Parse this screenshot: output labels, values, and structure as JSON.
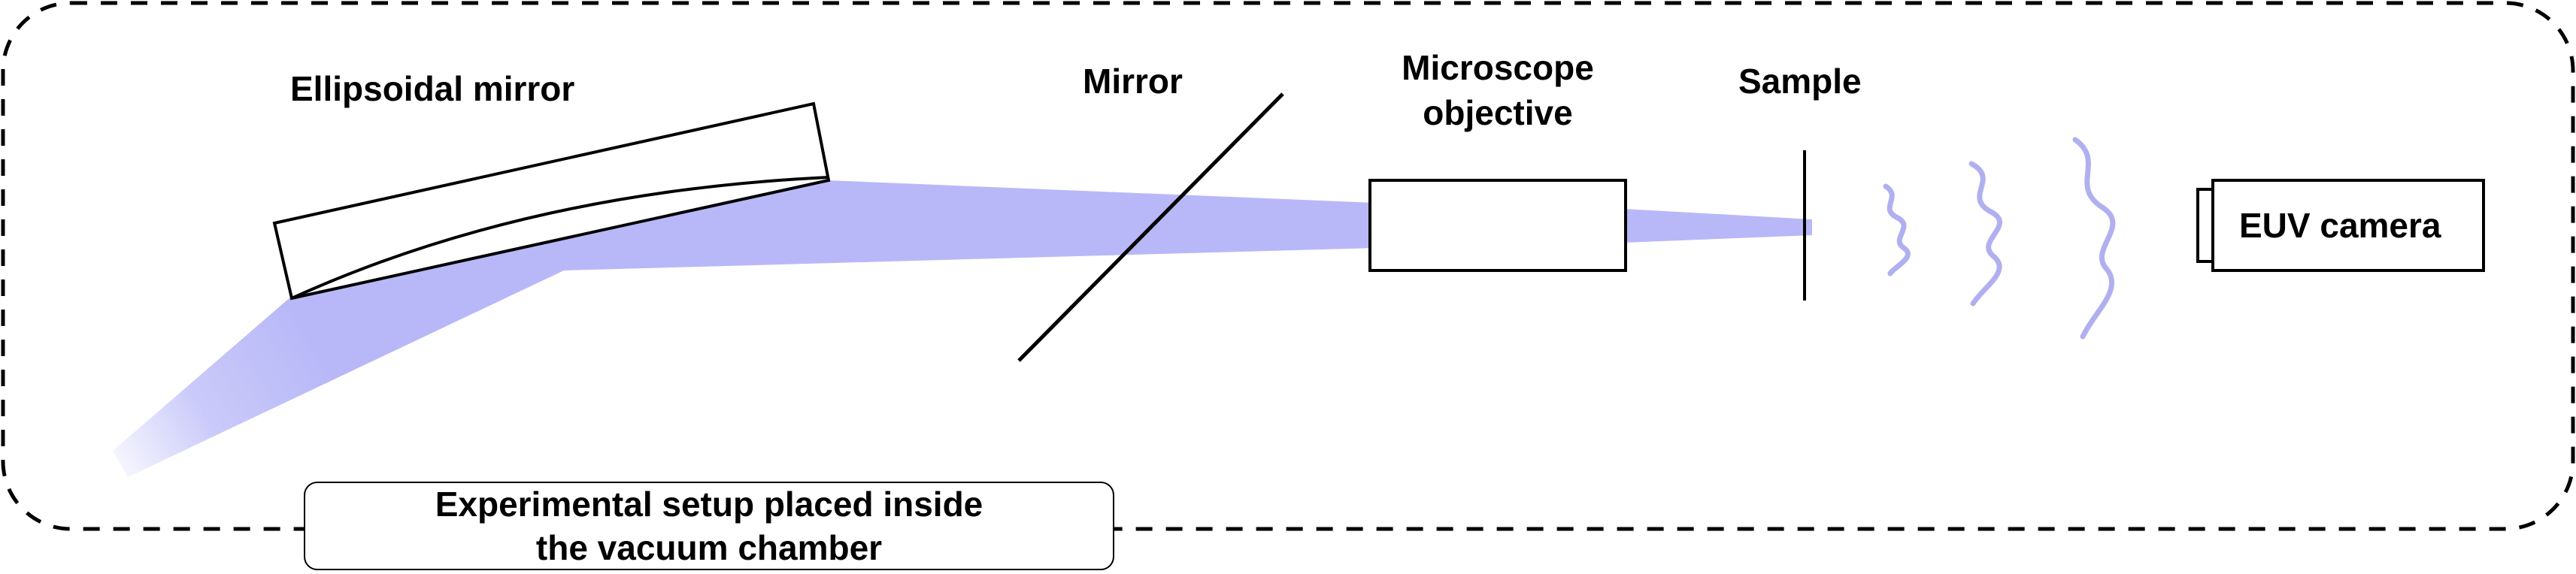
{
  "labels": {
    "ellipsoidal_mirror": "Ellipsoidal mirror",
    "mirror": "Mirror",
    "microscope_objective": "Microscope\nobjective",
    "sample": "Sample",
    "euv_camera": "EUV camera",
    "setup_note": "Experimental setup placed inside\nthe vacuum chamber"
  },
  "colors": {
    "beam": "#b8b8f8",
    "wave": "#b0b0f0",
    "outline": "#000000"
  }
}
